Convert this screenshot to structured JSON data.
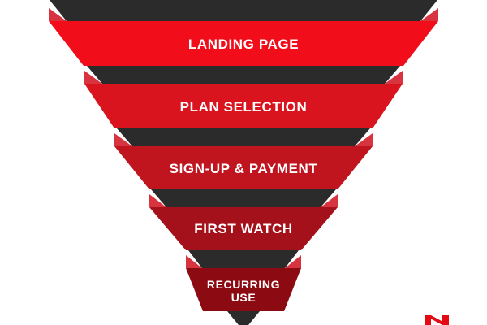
{
  "funnel": {
    "stages": [
      {
        "label": "LANDING PAGE",
        "color": "#f20d1b"
      },
      {
        "label": "PLAN SELECTION",
        "color": "#d9141e"
      },
      {
        "label": "SIGN-UP & PAYMENT",
        "color": "#c0141e"
      },
      {
        "label": "FIRST WATCH",
        "color": "#a5111a"
      },
      {
        "label": "RECURRING USE",
        "color": "#8c0b12"
      }
    ],
    "band_color": "#2b2b2b",
    "accent_color": "#d83440"
  },
  "brand": {
    "logo_icon": "netflix-n-logo-icon",
    "logo_color": "#e50914"
  }
}
